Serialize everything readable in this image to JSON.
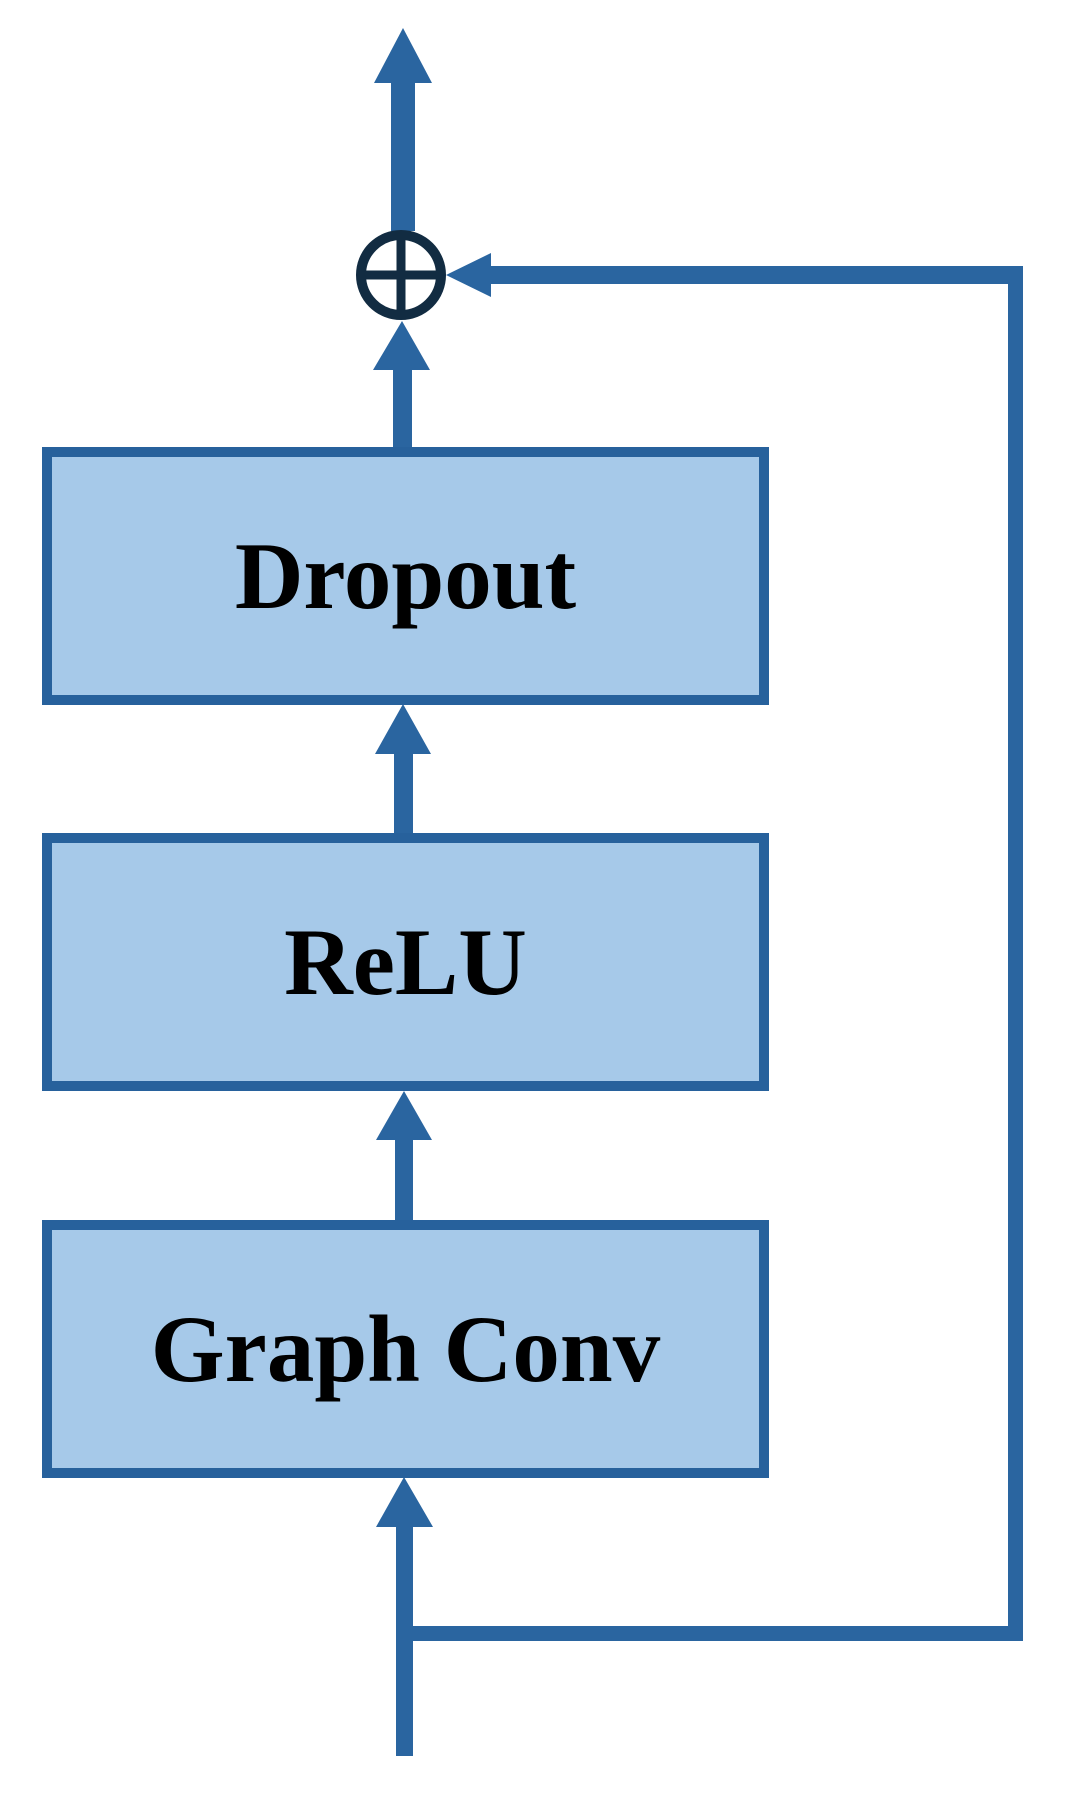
{
  "diagram": {
    "type": "block-diagram",
    "description": "Residual graph convolution block",
    "blocks": [
      {
        "id": "graph-conv",
        "label": "Graph Conv"
      },
      {
        "id": "relu",
        "label": "ReLU"
      },
      {
        "id": "dropout",
        "label": "Dropout"
      }
    ],
    "operator": {
      "id": "add",
      "symbol": "⊕",
      "meaning": "element-wise addition"
    },
    "edges": [
      {
        "from": "input",
        "to": "Graph Conv",
        "style": "arrow-up"
      },
      {
        "from": "Graph Conv",
        "to": "ReLU",
        "style": "arrow-up"
      },
      {
        "from": "ReLU",
        "to": "Dropout",
        "style": "arrow-up"
      },
      {
        "from": "Dropout",
        "to": "⊕",
        "style": "arrow-up"
      },
      {
        "from": "input",
        "to": "⊕",
        "style": "skip-connection"
      },
      {
        "from": "⊕",
        "to": "output",
        "style": "arrow-up"
      }
    ],
    "colors": {
      "box_fill": "#a6c9e9",
      "box_border": "#27619c",
      "arrow": "#2a65a0",
      "sum_node": "#122c42",
      "background": "#ffffff",
      "text": "#000000"
    }
  }
}
